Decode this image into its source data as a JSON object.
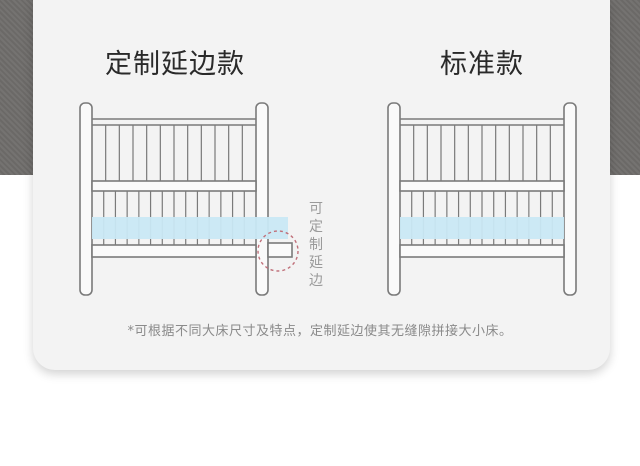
{
  "labels": {
    "custom_title": "定制延边款",
    "standard_title": "标准款",
    "extension_label": "可定制延边",
    "note": "*可根据不同大床尺寸及特点，定制延边使其无缝隙拼接大小床。"
  },
  "colors": {
    "frame": "#7a7a7a",
    "mattress": "#c9e8f4",
    "highlight_circle": "#c0707a",
    "card": "#f3f3f3",
    "background": "#6f6d6b"
  }
}
